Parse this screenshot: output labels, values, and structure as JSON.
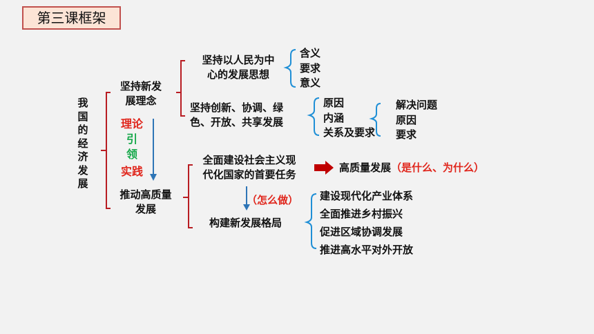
{
  "title": "第三课框架",
  "root": "我国的经济发展",
  "nodes": {
    "concept": [
      "坚持新发",
      "展理念"
    ],
    "promote": [
      "推动高质量",
      "发展"
    ],
    "people": [
      "坚持以人民为中",
      "心的发展思想"
    ],
    "people_items": [
      "含义",
      "要求",
      "意义"
    ],
    "innovate": [
      "坚持创新、协调、绿",
      "色、开放、共享发展"
    ],
    "innovate_items": [
      "原因",
      "内涵",
      "关系及要求"
    ],
    "innovate_sub": [
      "解决问题",
      "原因",
      "要求"
    ],
    "modern": [
      "全面建设社会主义现",
      "代化国家的首要任务"
    ],
    "hq": "高质量发展",
    "hq_note": "（是什么、为什么）",
    "how": "（怎么做）",
    "pattern": "构建新发展格局",
    "pattern_items": [
      "建设现代化产业体系",
      "全面推进乡村振兴",
      "促进区域协调发展",
      "推进高水平对外开放"
    ]
  },
  "link": {
    "theory": "理论",
    "guide1": "引",
    "guide2": "领",
    "practice": "实践"
  },
  "colors": {
    "bracket_red": "#b81c22",
    "bracket_blue": "#1f8fd6",
    "arrow_blue": "#2e75b6",
    "arrow_red": "#c00000",
    "text_red": "#e0261c",
    "text_green": "#16a84a"
  }
}
